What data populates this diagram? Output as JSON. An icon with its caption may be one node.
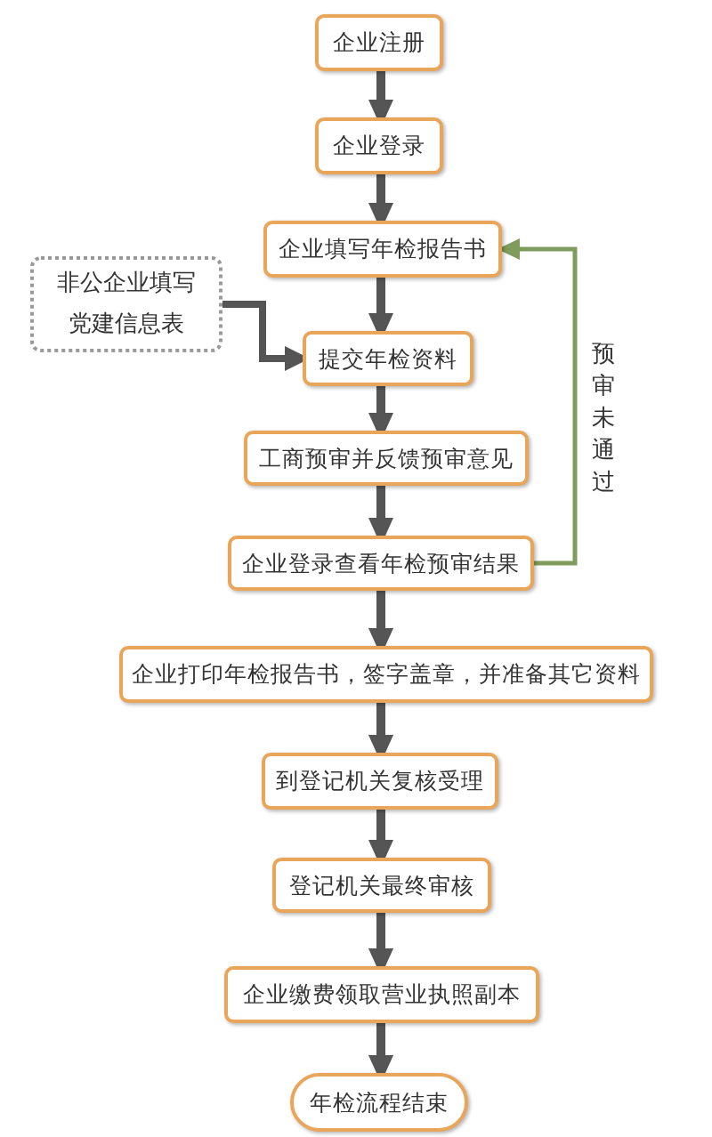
{
  "diagram": {
    "nodes": [
      {
        "text": [
          "企业注册"
        ]
      },
      {
        "text": [
          "企业登录"
        ]
      },
      {
        "text": [
          "企业填写年检报告书"
        ]
      },
      {
        "text": [
          "非公企业填写党建信息表"
        ]
      },
      {
        "text": [
          "提交年检资料"
        ]
      },
      {
        "text": [
          "工商预审并反馈预审意见"
        ]
      },
      {
        "text": [
          "企业登录查看年检预审结果"
        ]
      },
      {
        "text": [
          "企业打印年检报告书，签字盖章，并准备其它资料"
        ]
      },
      {
        "text": [
          "到登记机关复核受理"
        ]
      },
      {
        "text": [
          "登记机关最终审核"
        ]
      },
      {
        "text": [
          "企业缴费领取营业执照副本"
        ]
      },
      {
        "text": [
          "年检流程结束"
        ]
      }
    ],
    "edges": [
      {
        "from": 0,
        "to": 1,
        "arrow": "to"
      },
      {
        "from": 1,
        "to": 2,
        "arrow": "to"
      },
      {
        "from": 2,
        "to": 4,
        "arrow": "to"
      },
      {
        "from": 3,
        "to": 4,
        "arrow": "to"
      },
      {
        "from": 4,
        "to": 5,
        "arrow": "to"
      },
      {
        "from": 5,
        "to": 6,
        "arrow": "to"
      },
      {
        "from": 6,
        "to": 2,
        "arrow": "to",
        "label": "预审未通过",
        "color": "#7f9c5c"
      },
      {
        "from": 6,
        "to": 7,
        "arrow": "to"
      },
      {
        "from": 7,
        "to": 8,
        "arrow": "to"
      },
      {
        "from": 8,
        "to": 9,
        "arrow": "to"
      },
      {
        "from": 9,
        "to": 10,
        "arrow": "to"
      },
      {
        "from": 10,
        "to": 11,
        "arrow": "to"
      }
    ]
  }
}
